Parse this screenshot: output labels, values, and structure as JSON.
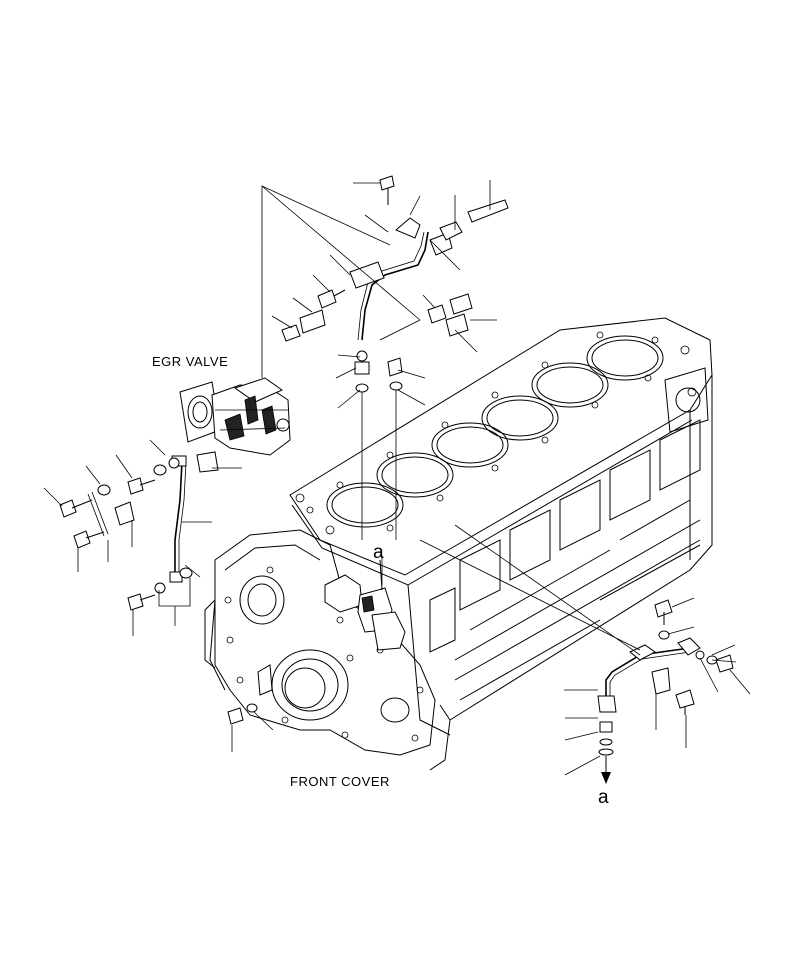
{
  "labels": {
    "egr_valve": "EGR VALVE",
    "front_cover": "FRONT COVER",
    "ref_a_top": "a",
    "ref_a_bottom": "a"
  }
}
